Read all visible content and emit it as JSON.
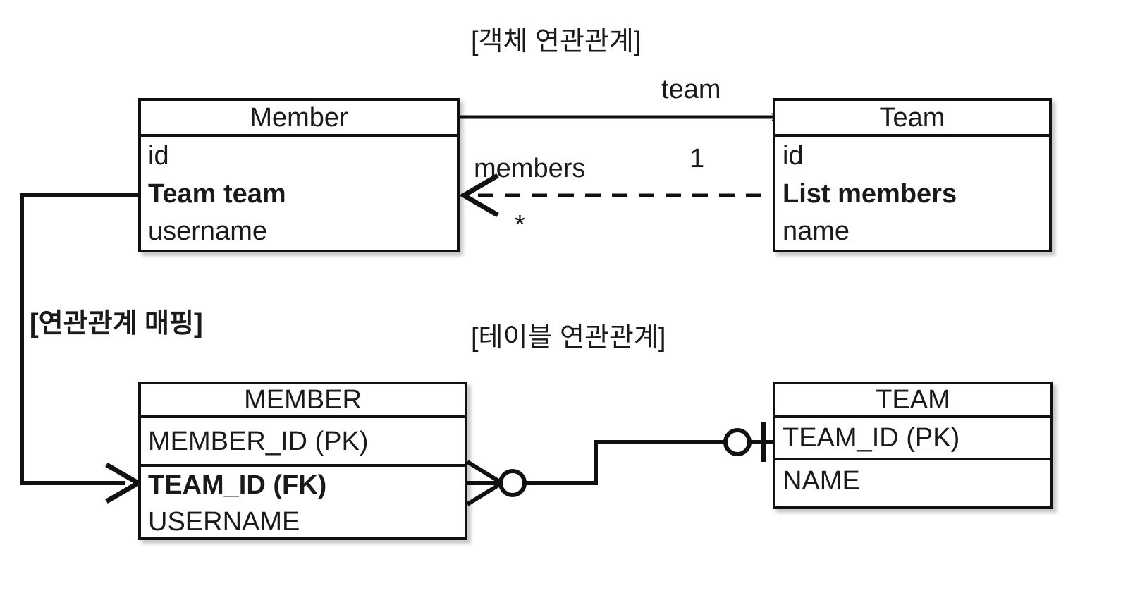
{
  "diagram": {
    "type": "ER / object-relationship mapping diagram",
    "background_color": "#ffffff",
    "line_color": "#111111",
    "text_color": "#1a1a1a"
  },
  "titles": {
    "object_relationship": "[객체 연관관계]",
    "relationship_mapping": "[연관관계 매핑]",
    "table_relationship": "[테이블 연관관계]"
  },
  "object_model": {
    "member": {
      "title": "Member",
      "fields": [
        {
          "label": "id",
          "bold": false
        },
        {
          "label": "Team team",
          "bold": true
        },
        {
          "label": "username",
          "bold": false
        }
      ]
    },
    "team": {
      "title": "Team",
      "fields": [
        {
          "label": "id",
          "bold": false
        },
        {
          "label": "List members",
          "bold": true
        },
        {
          "label": "name",
          "bold": false
        }
      ]
    },
    "edges": {
      "member_to_team": {
        "label": "team",
        "multiplicity": "1",
        "style": "solid",
        "arrow": "filled"
      },
      "team_to_member": {
        "label": "members",
        "multiplicity": "*",
        "style": "dashed",
        "arrow": "open"
      }
    }
  },
  "table_model": {
    "member_table": {
      "title": "MEMBER",
      "fields": [
        {
          "label": "MEMBER_ID (PK)",
          "bold": false
        },
        {
          "label": "TEAM_ID (FK)",
          "bold": true
        },
        {
          "label": "USERNAME",
          "bold": false
        }
      ]
    },
    "team_table": {
      "title": "TEAM",
      "fields": [
        {
          "label": "TEAM_ID (PK)",
          "bold": false
        },
        {
          "label": "NAME",
          "bold": false
        }
      ]
    },
    "edge": {
      "member_end": "zero-or-many (crow's foot with circle)",
      "team_end": "exactly-one (circle with tick)"
    }
  },
  "mapping_edge": {
    "from": "Member.Team team",
    "to": "MEMBER.TEAM_ID (FK)",
    "arrow": "open"
  }
}
